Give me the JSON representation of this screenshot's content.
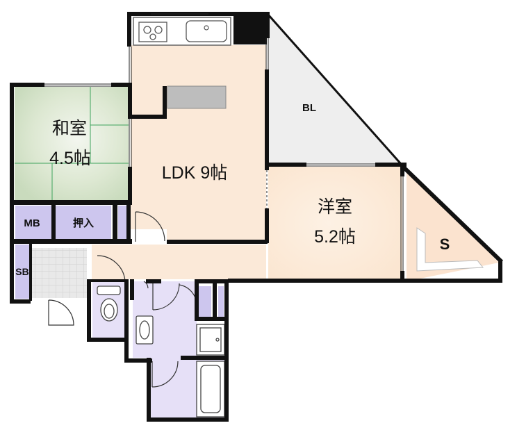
{
  "rooms": {
    "washitsu": {
      "name": "和室",
      "size": "4.5帖"
    },
    "ldk": {
      "label": "LDK 9帖"
    },
    "bl": {
      "label": "BL"
    },
    "youshitsu": {
      "name": "洋室",
      "size": "5.2帖"
    },
    "storage": {
      "label": "S"
    },
    "mb": {
      "label": "MB"
    },
    "oshiire": {
      "label": "押入"
    },
    "sb": {
      "label": "SB"
    }
  },
  "colors": {
    "wall": "#111111",
    "ldk_floor": "#fbe8d6",
    "washitsu_floor": "#dfe9d6",
    "youshitsu_floor": "#fcebd9",
    "storage_floor": "#fbe3cf",
    "closet_fill": "#cdc6ee",
    "wet_area": "#e6e0f7",
    "balcony": "#eeeeee",
    "entrance_tile": "#e9e9e9"
  },
  "icons": [
    "kitchen-stove-icon",
    "kitchen-sink-icon",
    "toilet-icon",
    "washbasin-icon",
    "bathtub-icon",
    "washing-machine-pan-icon",
    "door-swing-icon"
  ]
}
